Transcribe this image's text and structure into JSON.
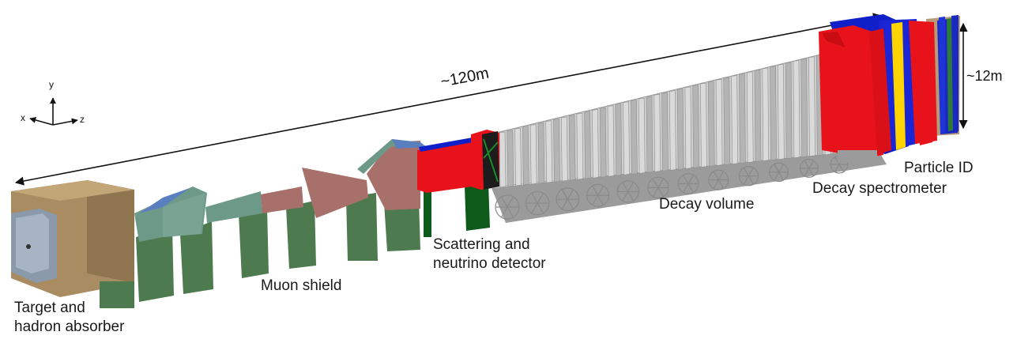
{
  "labels": {
    "target_line1": "Target and",
    "target_line2": "hadron absorber",
    "muon_shield": "Muon shield",
    "scattering_line1": "Scattering and",
    "scattering_line2": "neutrino detector",
    "decay_volume": "Decay volume",
    "decay_spectrometer": "Decay spectrometer",
    "particle_id": "Particle ID"
  },
  "dimensions": {
    "length": "~120m",
    "height": "~12m"
  },
  "axes": {
    "x": "x",
    "y": "y",
    "z": "z"
  },
  "colors": {
    "target_block": "#a98c62",
    "target_face": "#8a9aab",
    "support": "#4e7a50",
    "shield_teal": "#6d9a88",
    "shield_rose": "#a8706a",
    "detector_red": "#e8131a",
    "detector_blue": "#1020c8",
    "neutrino_green": "#0e5a1a",
    "vessel_grey": "#c2c2c2",
    "frame_grey": "#8d8d8d"
  }
}
